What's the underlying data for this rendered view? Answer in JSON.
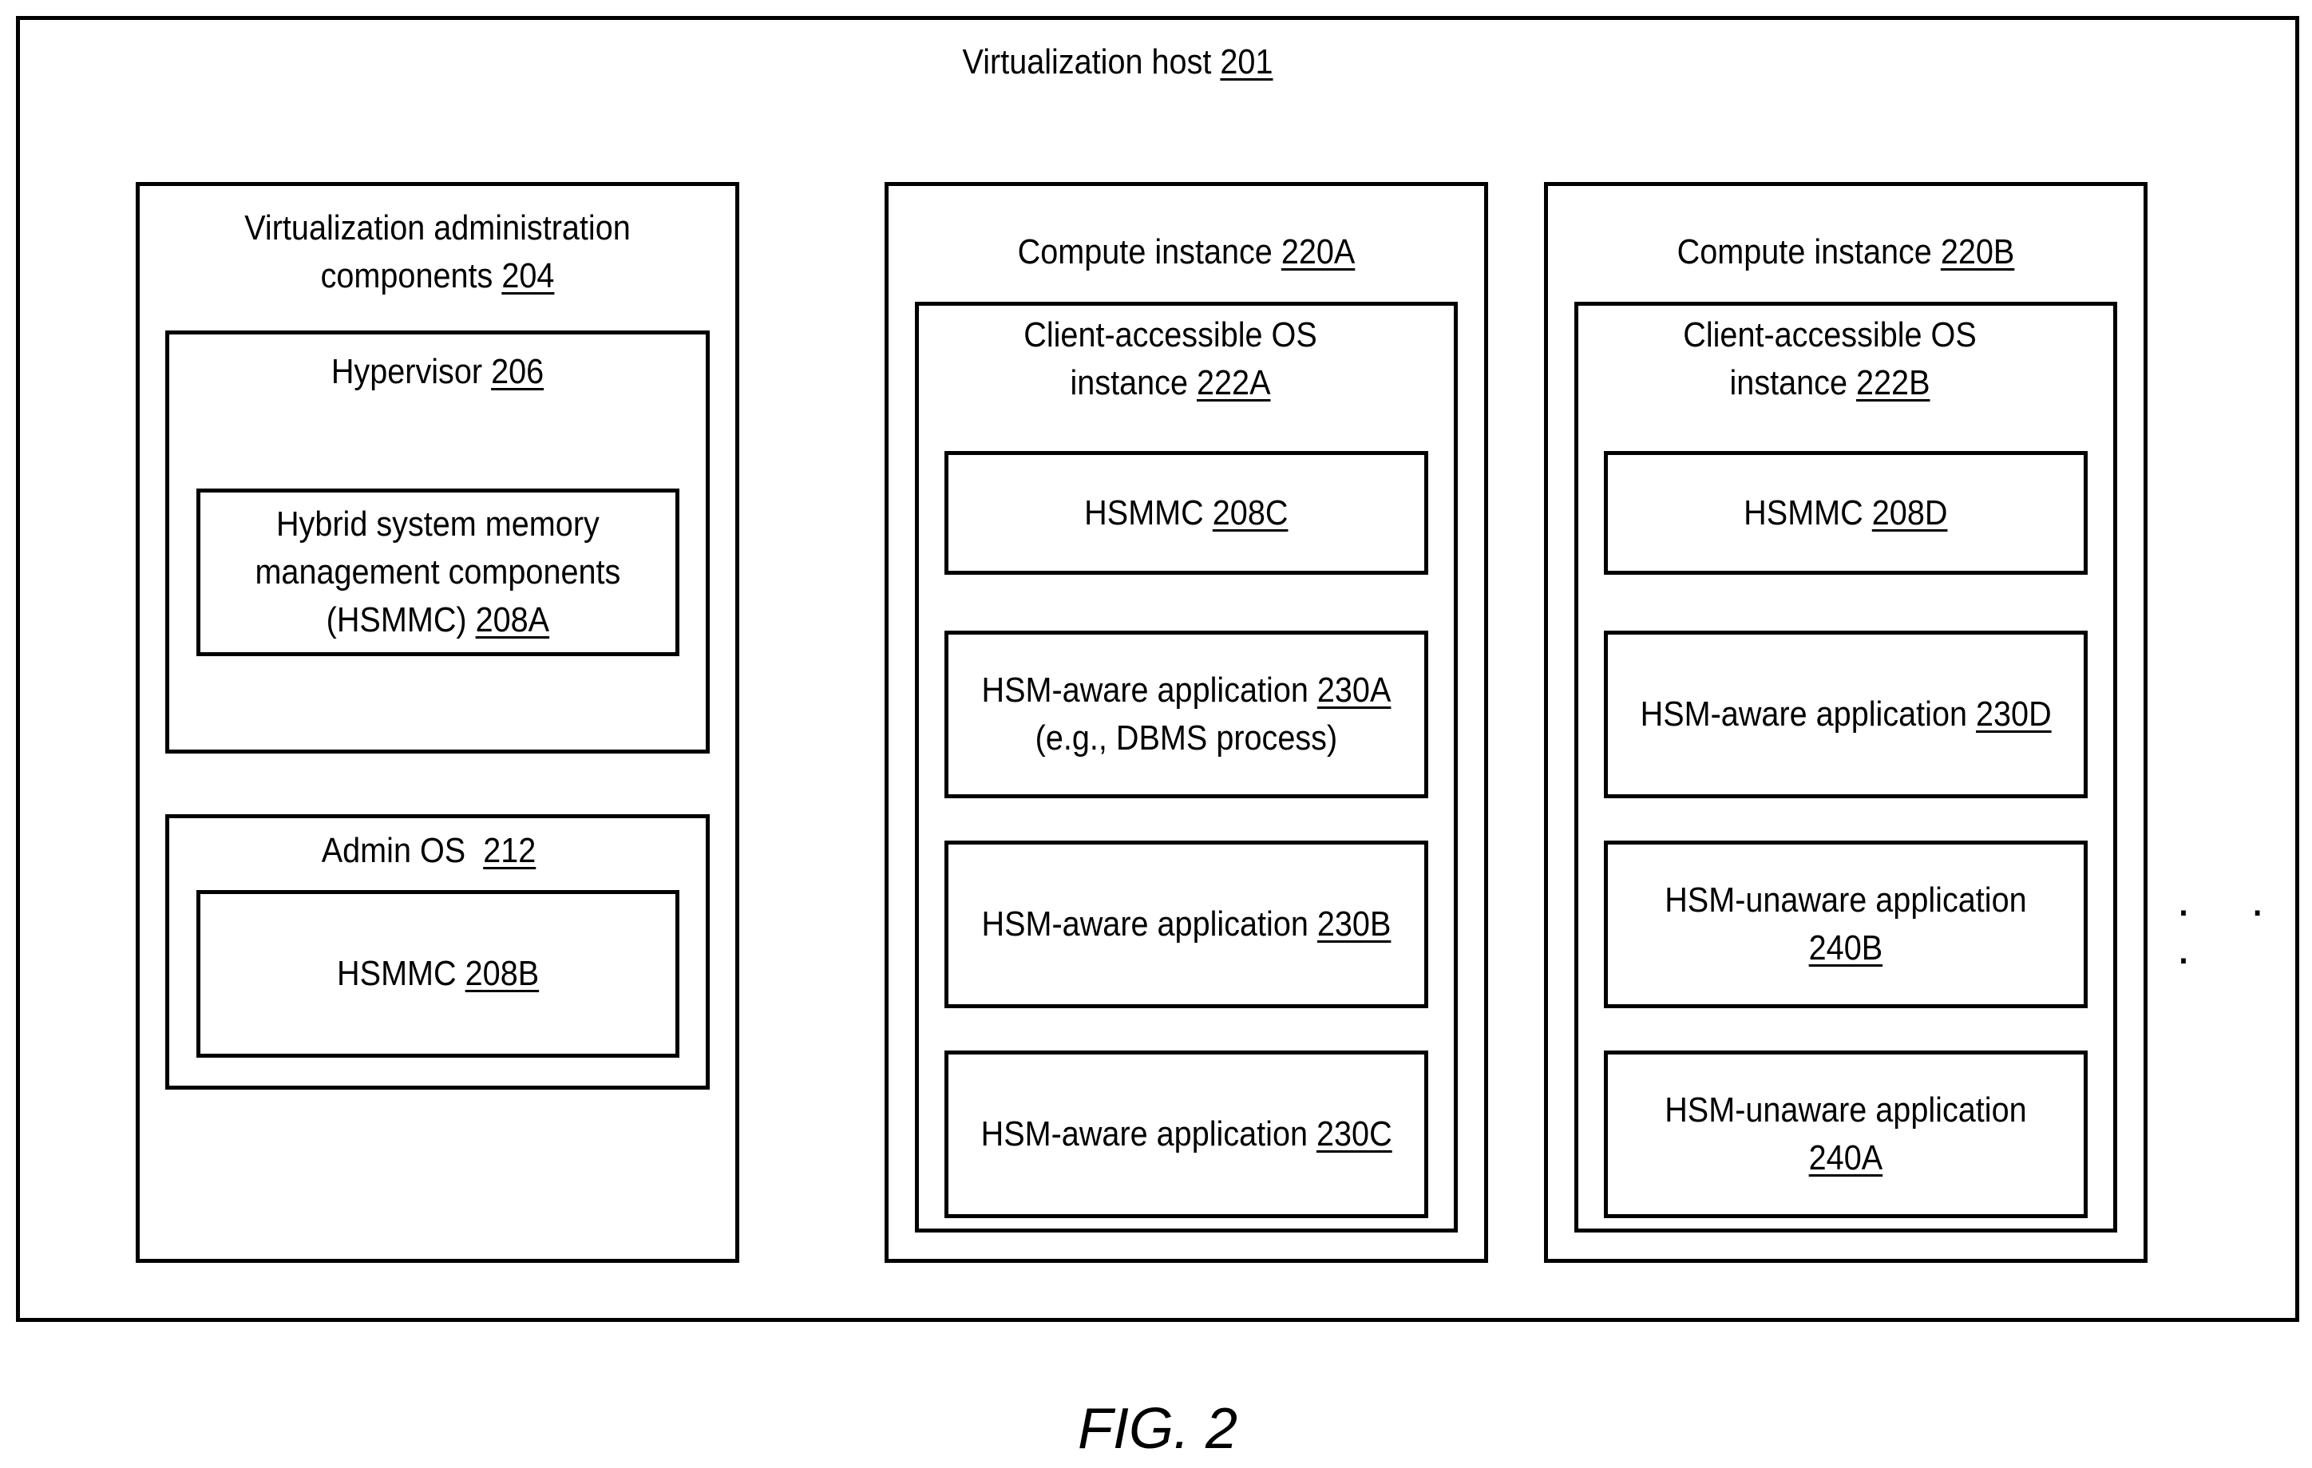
{
  "host": {
    "label": "Virtualization host ",
    "ref": "201"
  },
  "admin": {
    "label_line1": "Virtualization administration",
    "label_line2": "components ",
    "ref": "204",
    "hypervisor": {
      "label": "Hypervisor ",
      "ref": "206"
    },
    "hsmmc_a": {
      "line1": "Hybrid system memory",
      "line2": "management components",
      "line3": "(HSMMC) ",
      "ref": "208A"
    },
    "admin_os": {
      "label": "Admin OS  ",
      "ref": "212"
    },
    "hsmmc_b": {
      "label": "HSMMC ",
      "ref": "208B"
    }
  },
  "instance_a": {
    "label": "Compute instance ",
    "ref": "220A",
    "os_line1": "Client-accessible OS",
    "os_line2": "instance ",
    "os_ref": "222A",
    "hsmmc": {
      "label": "HSMMC ",
      "ref": "208C"
    },
    "app1": {
      "label": "HSM-aware application ",
      "ref": "230A",
      "line2": "(e.g., DBMS process)"
    },
    "app2": {
      "label": "HSM-aware application ",
      "ref": "230B"
    },
    "app3": {
      "label": "HSM-aware application ",
      "ref": "230C"
    }
  },
  "instance_b": {
    "label": "Compute instance ",
    "ref": "220B",
    "os_line1": "Client-accessible OS",
    "os_line2": "instance ",
    "os_ref": "222B",
    "hsmmc": {
      "label": "HSMMC ",
      "ref": "208D"
    },
    "app1": {
      "label": "HSM-aware application ",
      "ref": "230D"
    },
    "app2": {
      "label": "HSM-unaware application",
      "ref": "240B"
    },
    "app3": {
      "label": "HSM-unaware application",
      "ref": "240A"
    }
  },
  "ellipsis": "· · ·",
  "figure_caption": "FIG. 2"
}
